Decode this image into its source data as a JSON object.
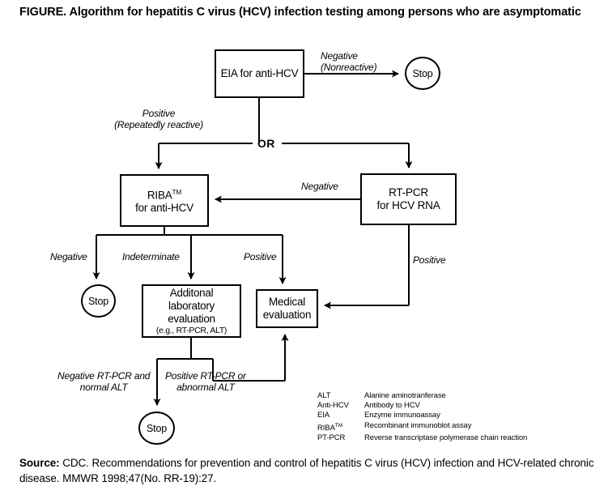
{
  "figure": {
    "title": "FIGURE. Algorithm for hepatitis C virus (HCV) infection testing among persons who are asymptomatic"
  },
  "source": {
    "label": "Source:",
    "text": " CDC. Recommendations for prevention and control of hepatitis C virus (HCV) infection and HCV-related chronic disease. MMWR 1998;47(No. RR-19):27."
  },
  "diagram_data": {
    "type": "flowchart",
    "nodes": [
      {
        "id": "eia",
        "shape": "box",
        "text": "EIA for anti-HCV"
      },
      {
        "id": "stop1",
        "shape": "oval",
        "text": "Stop"
      },
      {
        "id": "riba",
        "shape": "box",
        "line1": "RIBA",
        "superscript": "TM",
        "line2": "for anti-HCV"
      },
      {
        "id": "rtpcr",
        "shape": "box",
        "line1": "RT-PCR",
        "line2": "for HCV RNA"
      },
      {
        "id": "stop2",
        "shape": "oval",
        "text": "Stop"
      },
      {
        "id": "lab",
        "shape": "box",
        "line1": "Additonal",
        "line2": "laboratory",
        "line3": "evaluation",
        "line4": "(e.g., RT-PCR, ALT)"
      },
      {
        "id": "med",
        "shape": "box",
        "line1": "Medical",
        "line2": "evaluation"
      },
      {
        "id": "stop3",
        "shape": "oval",
        "text": "Stop"
      }
    ],
    "junction_label": "OR",
    "edges": [
      {
        "from": "eia",
        "to": "stop1",
        "label": "Negative\n(Nonreactive)",
        "label_line1": "Negative",
        "label_line2": "(Nonreactive)"
      },
      {
        "from": "eia",
        "to": "or",
        "label_line1": "Positive",
        "label_line2": "(Repeatedly reactive)"
      },
      {
        "from": "or",
        "to": "riba",
        "label": ""
      },
      {
        "from": "or",
        "to": "rtpcr",
        "label": ""
      },
      {
        "from": "rtpcr",
        "to": "riba",
        "label": "Negative"
      },
      {
        "from": "riba",
        "to": "stop2",
        "label": "Negative"
      },
      {
        "from": "riba",
        "to": "lab",
        "label": "Indeterminate"
      },
      {
        "from": "riba",
        "to": "med",
        "label": "Positive"
      },
      {
        "from": "rtpcr",
        "to": "med",
        "label": "Positive"
      },
      {
        "from": "lab",
        "to": "stop3",
        "label_line1": "Negative RT-PCR and",
        "label_line2": "normal ALT"
      },
      {
        "from": "lab",
        "to": "med",
        "label_line1": "Positive RT-PCR or",
        "label_line2": "abnormal ALT"
      }
    ]
  },
  "legend": {
    "rows": [
      {
        "abbr": "ALT",
        "tm": "",
        "definition": "Alanine aminotranferase"
      },
      {
        "abbr": "Anti-HCV",
        "tm": "",
        "definition": "Antibody to HCV"
      },
      {
        "abbr": "EIA",
        "tm": "",
        "definition": "Enzyme immunoassay"
      },
      {
        "abbr": "RIBA",
        "tm": "TM",
        "definition": "Recombinant immunoblot assay"
      },
      {
        "abbr": "PT-PCR",
        "tm": "",
        "definition": "Reverse transcriptase polymerase chain reaction"
      }
    ]
  },
  "colors": {
    "ink": "#000000",
    "paper": "#ffffff"
  }
}
